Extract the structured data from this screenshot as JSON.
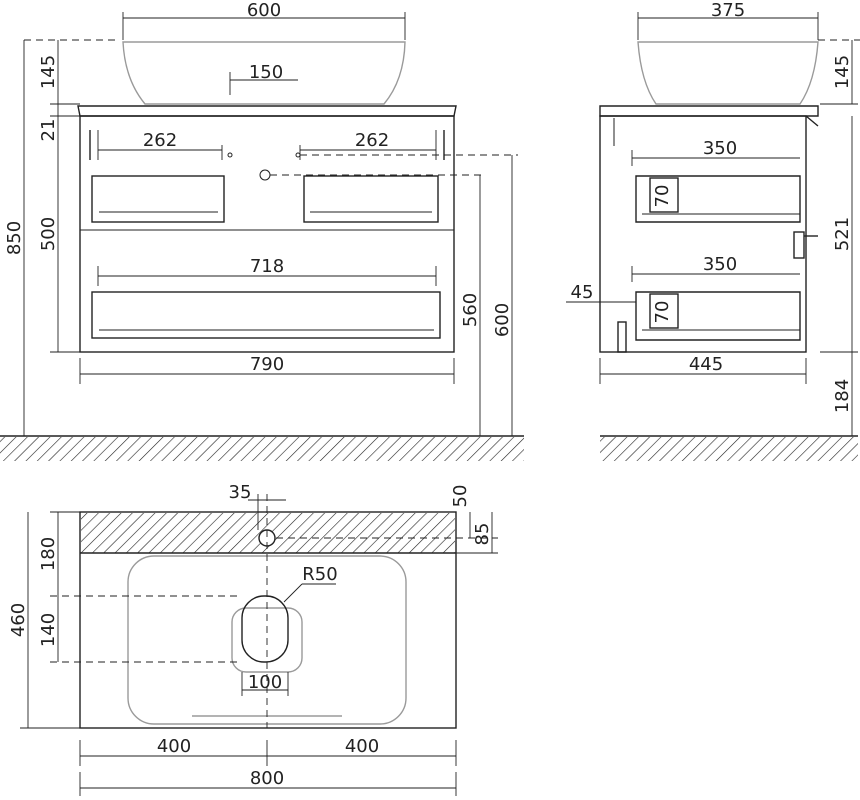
{
  "front_view": {
    "basin_width": "600",
    "basin_height": "145",
    "drain_offset": "150",
    "countertop_thickness": "21",
    "drawer_upper_left_width": "262",
    "drawer_upper_right_width": "262",
    "cabinet_body_height": "500",
    "drawer_lower_width": "718",
    "cabinet_width": "790",
    "total_height": "850",
    "height_to_drain": "560",
    "height_to_top": "600"
  },
  "side_view": {
    "basin_depth": "375",
    "basin_height": "145",
    "drawer_upper_depth": "350",
    "drawer_upper_handle": "70",
    "cabinet_side_height": "521",
    "drawer_lower_depth": "350",
    "drawer_lower_handle": "70",
    "back_offset": "45",
    "cabinet_depth": "445",
    "floor_clearance": "184"
  },
  "top_view": {
    "tap_hole_offset": "35",
    "tap_hole_y1": "50",
    "tap_hole_y2": "85",
    "back_band_depth": "180",
    "bowl_radius": "R50",
    "overall_depth": "460",
    "drain_depth": "140",
    "drain_width": "100",
    "half_width_left": "400",
    "half_width_right": "400",
    "overall_width": "800"
  }
}
